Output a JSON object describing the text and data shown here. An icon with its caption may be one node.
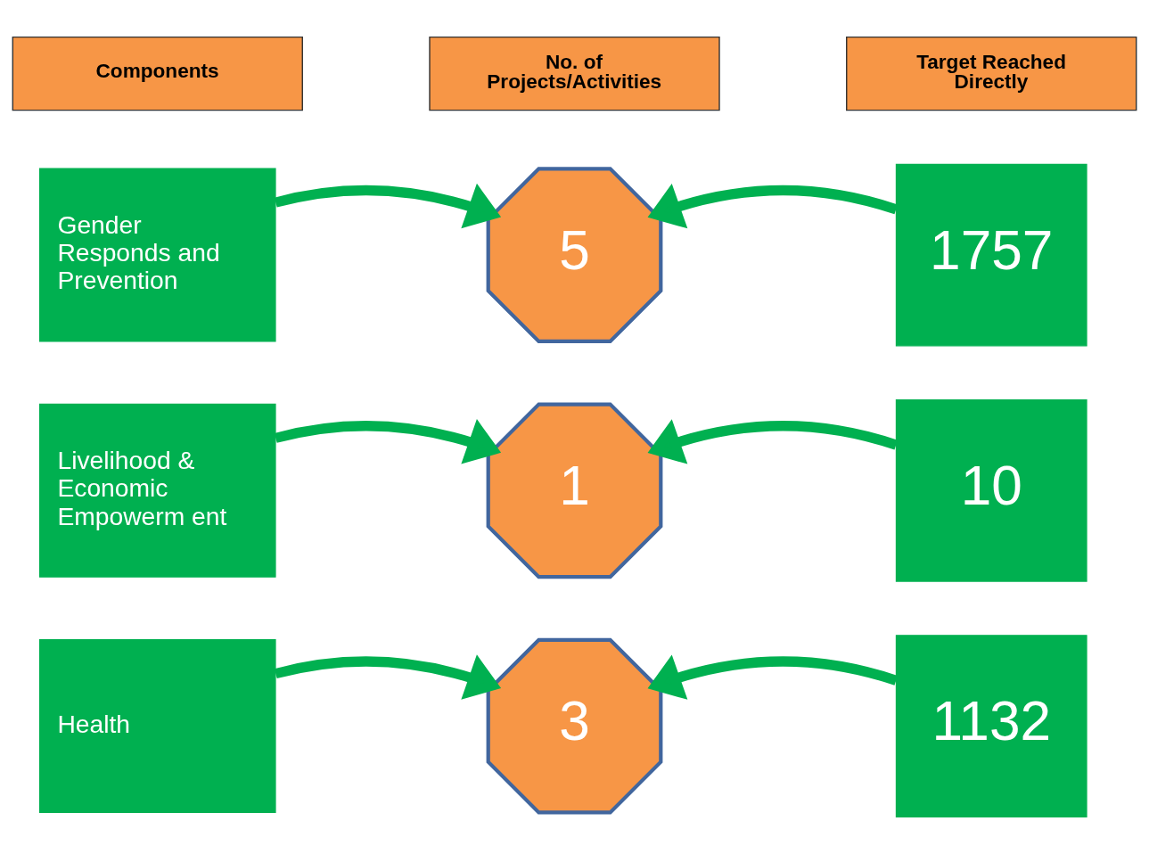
{
  "diagram": {
    "nodes": [
      {
        "text": [
          "Components"
        ]
      },
      {
        "text": [
          "No. of Projects/Activities"
        ]
      },
      {
        "text": [
          "Target Reached Directly"
        ]
      },
      {
        "text": [
          "Gender Responds and Prevention"
        ]
      },
      {
        "text": [
          "5"
        ]
      },
      {
        "text": [
          "1757"
        ]
      },
      {
        "text": [
          "Livelihood & Economic Empowerm ent"
        ]
      },
      {
        "text": [
          "1"
        ]
      },
      {
        "text": [
          "10"
        ]
      },
      {
        "text": [
          "Health"
        ]
      },
      {
        "text": [
          "3"
        ]
      },
      {
        "text": [
          "1132"
        ]
      }
    ],
    "edges": [
      {
        "from": 3,
        "to": 4,
        "arrow": "to"
      },
      {
        "from": 5,
        "to": 4,
        "arrow": "to"
      },
      {
        "from": 6,
        "to": 7,
        "arrow": "to"
      },
      {
        "from": 8,
        "to": 7,
        "arrow": "to"
      },
      {
        "from": 9,
        "to": 10,
        "arrow": "to"
      },
      {
        "from": 11,
        "to": 10,
        "arrow": "to"
      }
    ]
  }
}
